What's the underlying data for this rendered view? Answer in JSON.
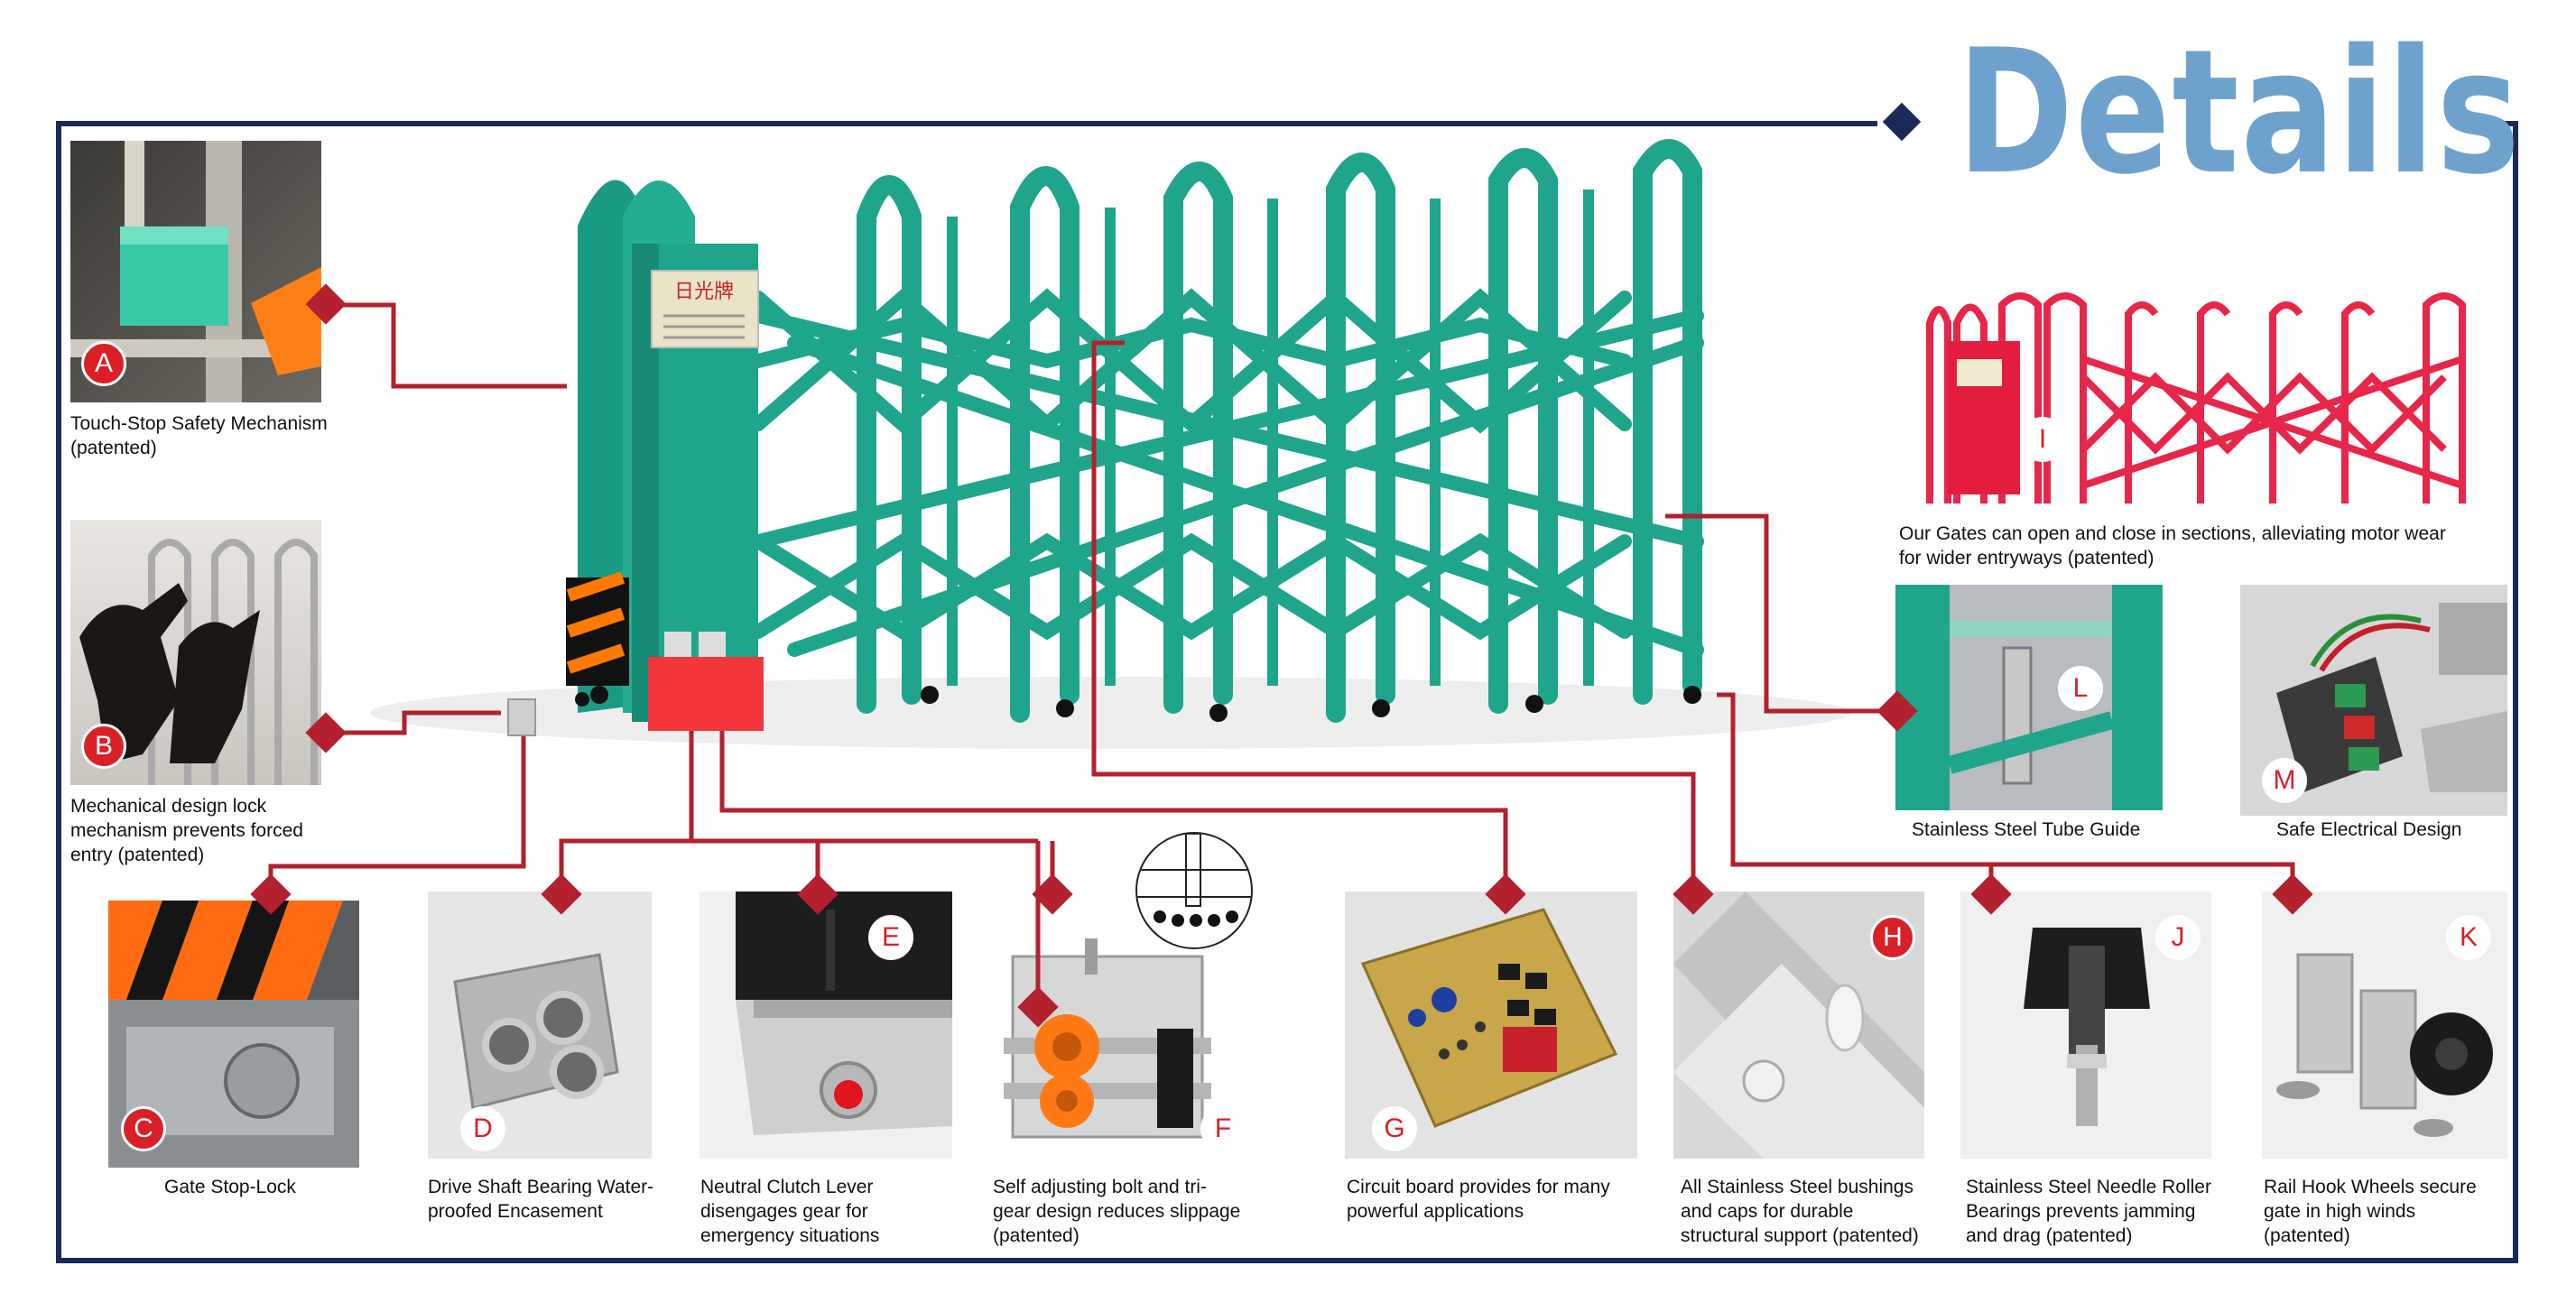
{
  "header": {
    "title": "Details"
  },
  "features": [
    {
      "letter": "A",
      "caption_lines": [
        "Touch-Stop Safety  Mechanism",
        "(patented)"
      ]
    },
    {
      "letter": "B",
      "caption_lines": [
        "Mechanical design lock",
        "mechanism prevents forced",
        "entry (patented)"
      ]
    },
    {
      "letter": "C",
      "caption_lines": [
        "Gate Stop-Lock"
      ]
    },
    {
      "letter": "D",
      "caption_lines": [
        "Drive Shaft Bearing Water-",
        "proofed Encasement"
      ]
    },
    {
      "letter": "E",
      "caption_lines": [
        "Neutral Clutch Lever",
        "disengages gear for",
        "emergency situations"
      ]
    },
    {
      "letter": "F",
      "caption_lines": [
        "Self adjusting bolt and tri-",
        "gear design reduces slippage",
        "(patented)"
      ]
    },
    {
      "letter": "G",
      "caption_lines": [
        "Circuit board provides for many",
        "powerful applications"
      ]
    },
    {
      "letter": "H",
      "caption_lines": [
        "All Stainless Steel bushings",
        "and caps for durable",
        "structural support (patented)"
      ]
    },
    {
      "letter": "I",
      "caption_lines": [
        "Our Gates can open and close in sections, alleviating motor wear",
        "for wider entryways (patented)"
      ]
    },
    {
      "letter": "J",
      "caption_lines": [
        "Stainless Steel Needle Roller",
        "Bearings prevents jamming",
        "and drag (patented)"
      ]
    },
    {
      "letter": "K",
      "caption_lines": [
        "Rail Hook Wheels secure",
        "gate in high winds",
        "(patented)"
      ]
    },
    {
      "letter": "L",
      "caption_lines": [
        "Stainless Steel Tube Guide"
      ]
    },
    {
      "letter": "M",
      "caption_lines": [
        "Safe Electrical Design"
      ]
    }
  ],
  "gate_sign": {
    "brand": "日光牌"
  },
  "colors": {
    "gate_green": "#1fa58c",
    "accent_red": "#b3202e",
    "frame_navy": "#1c2a5a",
    "title_blue": "#6ea2cc",
    "section_gate_red": "#e8264a"
  }
}
